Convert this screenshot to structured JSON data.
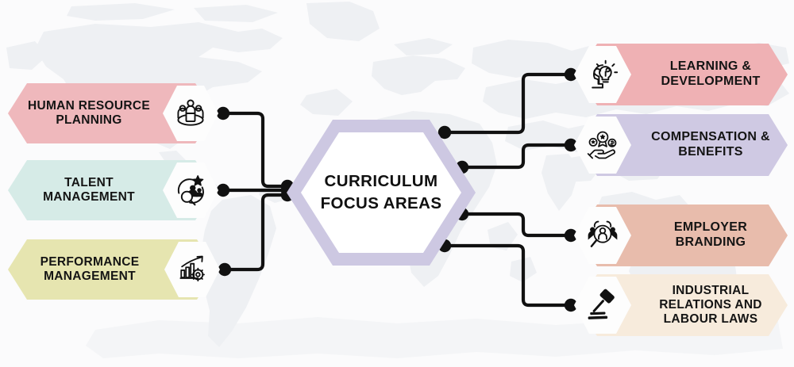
{
  "diagram": {
    "type": "hexagon-hub-and-spoke",
    "center": {
      "line1": "CURRICULUM",
      "line2": "FOCUS AREAS",
      "border_color": "#cdc8e2",
      "fill_color": "#ffffff"
    },
    "background": {
      "style": "world-map-silhouette",
      "map_color": "#eef0f3",
      "page_color": "#fbfbfc"
    },
    "connector": {
      "line_color": "#111111",
      "dot_color": "#111111"
    },
    "left_items": [
      {
        "line1": "HUMAN RESOURCE",
        "line2": "PLANNING",
        "color": "#efb8bc",
        "icon": "group-of-people-icon",
        "font_size": 15.5
      },
      {
        "line1": "TALENT",
        "line2": "MANAGEMENT",
        "color": "#d6ebe7",
        "icon": "talent-search-star-icon",
        "font_size": 15.5
      },
      {
        "line1": "PERFORMANCE",
        "line2": "MANAGEMENT",
        "color": "#e6e5b0",
        "icon": "bar-chart-gear-icon",
        "font_size": 15.5
      }
    ],
    "right_items": [
      {
        "line1": "LEARNING &",
        "line2": "DEVELOPMENT",
        "line3": "",
        "color": "#efb1b4",
        "icon": "head-lightbulb-icon",
        "font_size": 16
      },
      {
        "line1": "COMPENSATION &",
        "line2": "BENEFITS",
        "line3": "",
        "color": "#cfc9e3",
        "icon": "hand-coins-reward-icon",
        "font_size": 16
      },
      {
        "line1": "EMPLOYER",
        "line2": "BRANDING",
        "line3": "",
        "color": "#e8bcac",
        "icon": "employee-magnifier-icon",
        "font_size": 16
      },
      {
        "line1": "INDUSTRIAL",
        "line2": "RELATIONS AND",
        "line3": "LABOUR LAWS",
        "color": "#f7ebdc",
        "icon": "gavel-icon",
        "font_size": 15.5
      }
    ]
  }
}
